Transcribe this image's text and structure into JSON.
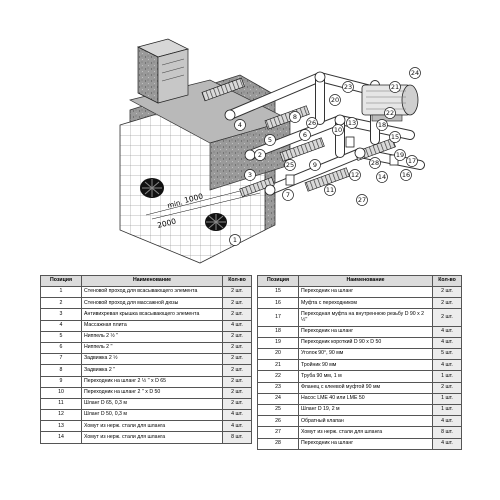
{
  "diagram": {
    "dimension_labels": [
      "1000",
      "2000"
    ],
    "dimension_prefix": "min.",
    "callouts": [
      "1",
      "2",
      "3",
      "4",
      "5",
      "6",
      "7",
      "8",
      "9",
      "10",
      "11",
      "12",
      "13",
      "14",
      "15",
      "16",
      "17",
      "18",
      "19",
      "20",
      "21",
      "22",
      "23",
      "24",
      "25",
      "26",
      "27",
      "28"
    ]
  },
  "table_left": {
    "headers": {
      "pos": "Позиция",
      "name": "Наименование",
      "qty": "Кол-во"
    },
    "rows": [
      {
        "pos": "1",
        "name": "Стеновой проход для всасывающего элемента",
        "qty": "2 шт."
      },
      {
        "pos": "2",
        "name": "Стеновой проход для массажной дюзы",
        "qty": "2 шт."
      },
      {
        "pos": "3",
        "name": "Антивихревая крышка всасывающего элемента",
        "qty": "2 шт."
      },
      {
        "pos": "4",
        "name": "Массажная плита",
        "qty": "4 шт."
      },
      {
        "pos": "5",
        "name": "Ниппель 2 ½ ''",
        "qty": "2 шт."
      },
      {
        "pos": "6",
        "name": "Ниппель 2 ''",
        "qty": "2 шт."
      },
      {
        "pos": "7",
        "name": "Задвижка 2 ½",
        "qty": "2 шт."
      },
      {
        "pos": "8",
        "name": "Задвижка 2 ''",
        "qty": "2 шт."
      },
      {
        "pos": "9",
        "name": "Переходник на шланг 2 ½ '' x D 65",
        "qty": "2 шт."
      },
      {
        "pos": "10",
        "name": "Переходник на шланг 2 '' x D 50",
        "qty": "2 шт."
      },
      {
        "pos": "11",
        "name": "Шланг D 65, 0,3 м",
        "qty": "2 шт."
      },
      {
        "pos": "12",
        "name": "Шланг D 50, 0,3 м",
        "qty": "4 шт."
      },
      {
        "pos": "13",
        "name": "Хомут из нерж. стали для шланга",
        "qty": "4 шт."
      },
      {
        "pos": "14",
        "name": "Хомут из нерж. стали для шланга",
        "qty": "8 шт."
      }
    ]
  },
  "table_right": {
    "headers": {
      "pos": "Позиция",
      "name": "Наименование",
      "qty": "Кол-во"
    },
    "rows": [
      {
        "pos": "15",
        "name": "Переходник на шланг",
        "qty": "2 шт.",
        "tall": false
      },
      {
        "pos": "16",
        "name": "Муфта с переходником",
        "qty": "2 шт.",
        "tall": false
      },
      {
        "pos": "17",
        "name": "Переходная муфта на внутреннюю резьбу D 90 x 2 ½''",
        "qty": "2 шт.",
        "tall": true
      },
      {
        "pos": "18",
        "name": "Переходник на шланг",
        "qty": "4 шт.",
        "tall": false
      },
      {
        "pos": "19",
        "name": "Переходник короткий D 90 x D 50",
        "qty": "4 шт.",
        "tall": false
      },
      {
        "pos": "20",
        "name": "Уголок 90°, 90 мм",
        "qty": "5 шт.",
        "tall": false
      },
      {
        "pos": "21",
        "name": "Тройник 90 мм",
        "qty": "4 шт.",
        "tall": false
      },
      {
        "pos": "22",
        "name": "Труба 90 мм, 1 м",
        "qty": "1 шт.",
        "tall": false
      },
      {
        "pos": "23",
        "name": "Фланец с клеевой муфтой 90 мм",
        "qty": "2 шт.",
        "tall": false
      },
      {
        "pos": "24",
        "name": "Насос LME 40 или LME 50",
        "qty": "1 шт.",
        "tall": false
      },
      {
        "pos": "25",
        "name": "Шланг D 19, 2 м",
        "qty": "1 шт.",
        "tall": false
      },
      {
        "pos": "26",
        "name": "Обратный клапан",
        "qty": "4 шт.",
        "tall": false
      },
      {
        "pos": "27",
        "name": "Хомут из нерж. стали для шланга",
        "qty": "8 шт.",
        "tall": false
      },
      {
        "pos": "28",
        "name": "Переходник на шланг",
        "qty": "4 шт.",
        "tall": false
      }
    ]
  }
}
